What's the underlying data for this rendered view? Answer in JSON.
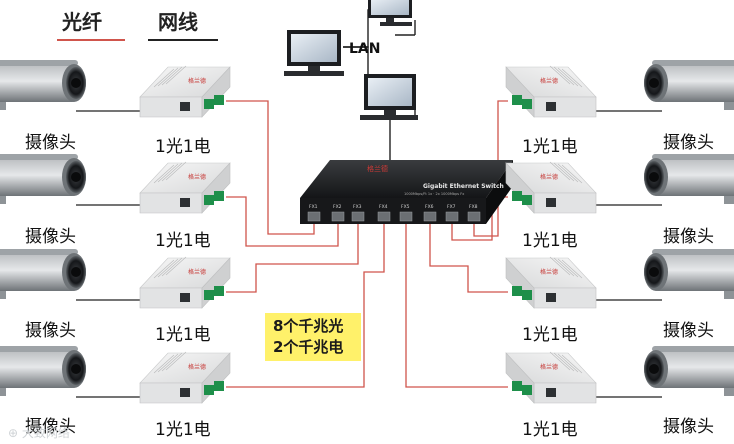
{
  "legend": {
    "fiber": "光纤",
    "cable": "网线"
  },
  "network": {
    "lan_label": "LAN"
  },
  "converter_label": "1光1电",
  "camera_label": "摄像头",
  "switch": {
    "brand": "格兰德",
    "title": "Gigabit Ethernet Switch",
    "subtitle": "1000Mbps/Ft 1x · 2x 1000Mbps Fx",
    "ports": [
      "FX1",
      "FX2",
      "FX3",
      "FX4",
      "FX5",
      "FX6",
      "FX7",
      "FX8"
    ]
  },
  "converter_brand": "格兰德",
  "callout": {
    "line1": "8个千兆光",
    "line2": "2个千兆电"
  },
  "watermark": "⊕ 大致网络",
  "colors": {
    "fiber": "#d0554c",
    "cable": "#222222",
    "callout_bg": "#fff16a"
  }
}
